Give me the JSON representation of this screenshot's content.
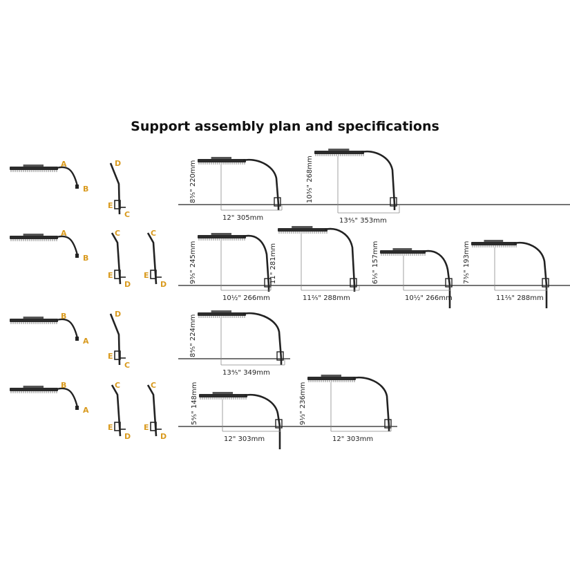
{
  "title": "Support assembly plan and specifications",
  "colors": {
    "label": "#d99a1e",
    "line": "#222222",
    "fixture": "#2b2b2b"
  },
  "rows": [
    {
      "parts": {
        "arm": {
          "start_label": "A",
          "end_label": "B"
        },
        "posts": [
          {
            "top_label": "D",
            "e_label": "E",
            "foot_label": "C"
          }
        ]
      },
      "configs": [
        {
          "height": "8⅗\" 220mm",
          "reach": "12\" 305mm"
        },
        {
          "height": "10⅗\" 268mm",
          "reach": "13⅘\" 353mm"
        }
      ]
    },
    {
      "parts": {
        "arm": {
          "start_label": "A",
          "end_label": "B"
        },
        "posts": [
          {
            "top_label": "C",
            "e_label": "E",
            "foot_label": "D"
          },
          {
            "top_label": "C",
            "e_label": "E",
            "foot_label": "D"
          }
        ]
      },
      "configs": [
        {
          "height": "9⅗\" 245mm",
          "reach": "10½\" 266mm"
        },
        {
          "height": "11\" 281mm",
          "reach": "11⅖\" 288mm"
        },
        {
          "height": "6⅕\" 157mm",
          "reach": "10½\" 266mm"
        },
        {
          "height": "7⅗\" 193mm",
          "reach": "11⅖\" 288mm"
        }
      ]
    },
    {
      "parts": {
        "arm": {
          "start_label": "B",
          "end_label": "A"
        },
        "posts": [
          {
            "top_label": "D",
            "e_label": "E",
            "foot_label": "C"
          }
        ]
      },
      "configs": [
        {
          "height": "8⅘\" 224mm",
          "reach": "13⅘\" 349mm"
        }
      ]
    },
    {
      "parts": {
        "arm": {
          "start_label": "B",
          "end_label": "A"
        },
        "posts": [
          {
            "top_label": "C",
            "e_label": "E",
            "foot_label": "D"
          },
          {
            "top_label": "C",
            "e_label": "E",
            "foot_label": "D"
          }
        ]
      },
      "configs": [
        {
          "height": "5⅘\" 148mm",
          "reach": "12\" 303mm"
        },
        {
          "height": "9⅓\" 236mm",
          "reach": "12\" 303mm"
        }
      ]
    }
  ]
}
